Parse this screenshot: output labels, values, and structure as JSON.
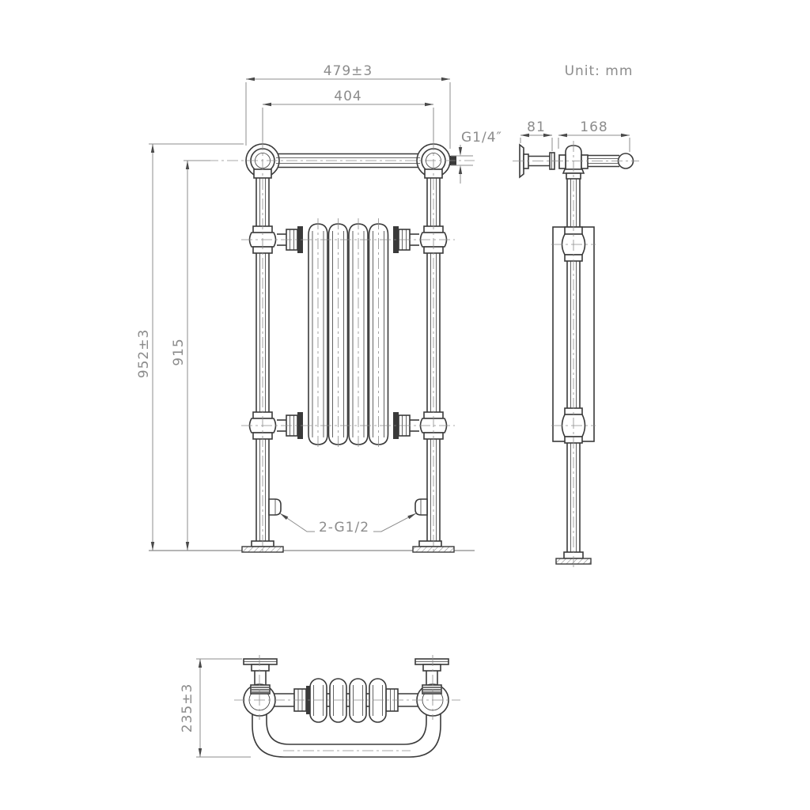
{
  "meta": {
    "unit_label": "Unit: mm"
  },
  "front_view": {
    "dim_overall_width": "479±3",
    "dim_center_width": "404",
    "dim_overall_height": "952±3",
    "dim_center_height": "915",
    "air_vent_label": "G1/4″",
    "inlet_label": "2-G1/2"
  },
  "side_view": {
    "dim_bracket_depth": "81",
    "dim_rail_depth": "168"
  },
  "plan_view": {
    "dim_overall_depth": "235±3"
  },
  "colors": {
    "object_line": "#3a3a3a",
    "dimension_line": "#8c8c8c",
    "arrow": "#4a4a4a",
    "background": "#ffffff"
  }
}
